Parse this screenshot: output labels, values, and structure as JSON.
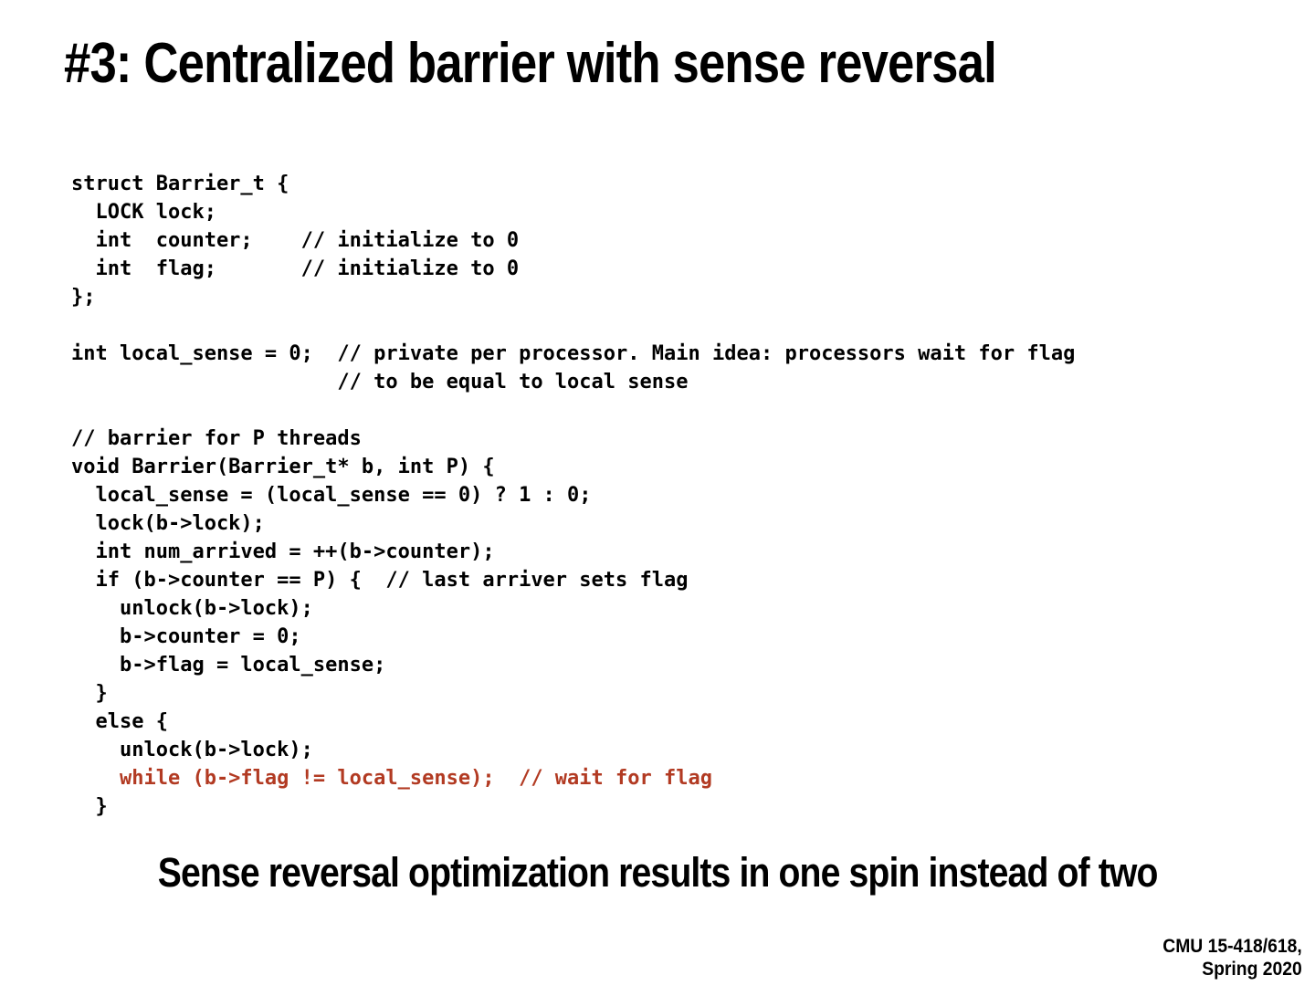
{
  "slide": {
    "title": "#3: Centralized barrier with sense reversal",
    "statement": "Sense reversal optimization results in one spin instead of two",
    "footer": {
      "line1": "CMU 15-418/618,",
      "line2": "Spring 2020"
    }
  },
  "colors": {
    "background": "#ffffff",
    "text": "#000000",
    "code_highlight": "#b23a22"
  },
  "code": {
    "language": "c",
    "lines": [
      {
        "text": "struct Barrier_t {",
        "highlight": false
      },
      {
        "text": "  LOCK lock;",
        "highlight": false
      },
      {
        "text": "  int  counter;    // initialize to 0",
        "highlight": false
      },
      {
        "text": "  int  flag;       // initialize to 0",
        "highlight": false
      },
      {
        "text": "};",
        "highlight": false
      },
      {
        "text": "",
        "highlight": false
      },
      {
        "text": "int local_sense = 0;  // private per processor. Main idea: processors wait for flag",
        "highlight": false
      },
      {
        "text": "                      // to be equal to local sense",
        "highlight": false
      },
      {
        "text": "",
        "highlight": false
      },
      {
        "text": "// barrier for P threads",
        "highlight": false
      },
      {
        "text": "void Barrier(Barrier_t* b, int P) {",
        "highlight": false
      },
      {
        "text": "  local_sense = (local_sense == 0) ? 1 : 0;",
        "highlight": false
      },
      {
        "text": "  lock(b->lock);",
        "highlight": false
      },
      {
        "text": "  int num_arrived = ++(b->counter);",
        "highlight": false
      },
      {
        "text": "  if (b->counter == P) {  // last arriver sets flag",
        "highlight": false
      },
      {
        "text": "    unlock(b->lock);",
        "highlight": false
      },
      {
        "text": "    b->counter = 0;",
        "highlight": false
      },
      {
        "text": "    b->flag = local_sense;",
        "highlight": false
      },
      {
        "text": "  }",
        "highlight": false
      },
      {
        "text": "  else {",
        "highlight": false
      },
      {
        "text": "    unlock(b->lock);",
        "highlight": false
      },
      {
        "text": "    while (b->flag != local_sense);  // wait for flag",
        "highlight": true
      },
      {
        "text": "  }",
        "highlight": false
      }
    ]
  }
}
